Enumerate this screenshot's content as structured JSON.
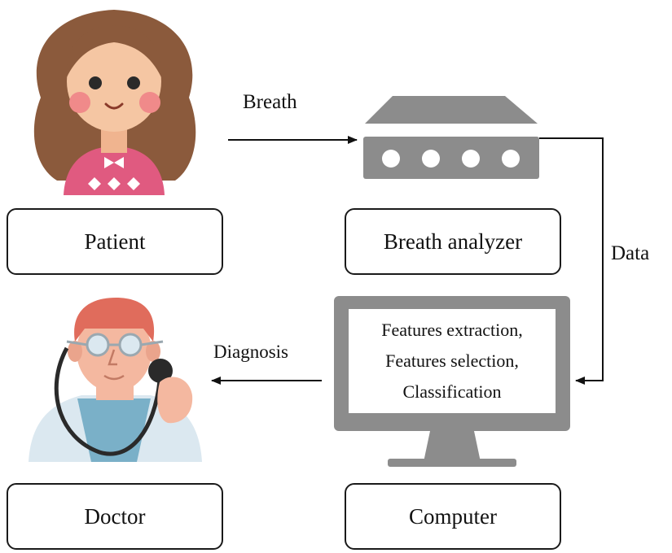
{
  "nodes": {
    "patient": {
      "label": "Patient"
    },
    "breath_analyzer": {
      "label": "Breath analyzer"
    },
    "computer": {
      "label": "Computer",
      "screen_lines": [
        "Features extraction,",
        "Features selection,",
        "Classification"
      ]
    },
    "doctor": {
      "label": "Doctor"
    }
  },
  "edges": {
    "breath": {
      "label": "Breath"
    },
    "data": {
      "label": "Data"
    },
    "diagnosis": {
      "label": "Diagnosis"
    }
  },
  "icons": {
    "patient": "patient-girl-icon",
    "analyzer": "breath-analyzer-device-icon",
    "computer": "computer-monitor-icon",
    "doctor": "doctor-stethoscope-icon"
  },
  "colors": {
    "device_gray": "#8c8c8c",
    "patient_hair": "#8b5a3c",
    "patient_skin": "#f5c6a3",
    "patient_shirt": "#e05a80",
    "doctor_hair": "#e06c5c",
    "doctor_coat": "#dbe8f0",
    "doctor_scrubs": "#7ab0c8"
  }
}
